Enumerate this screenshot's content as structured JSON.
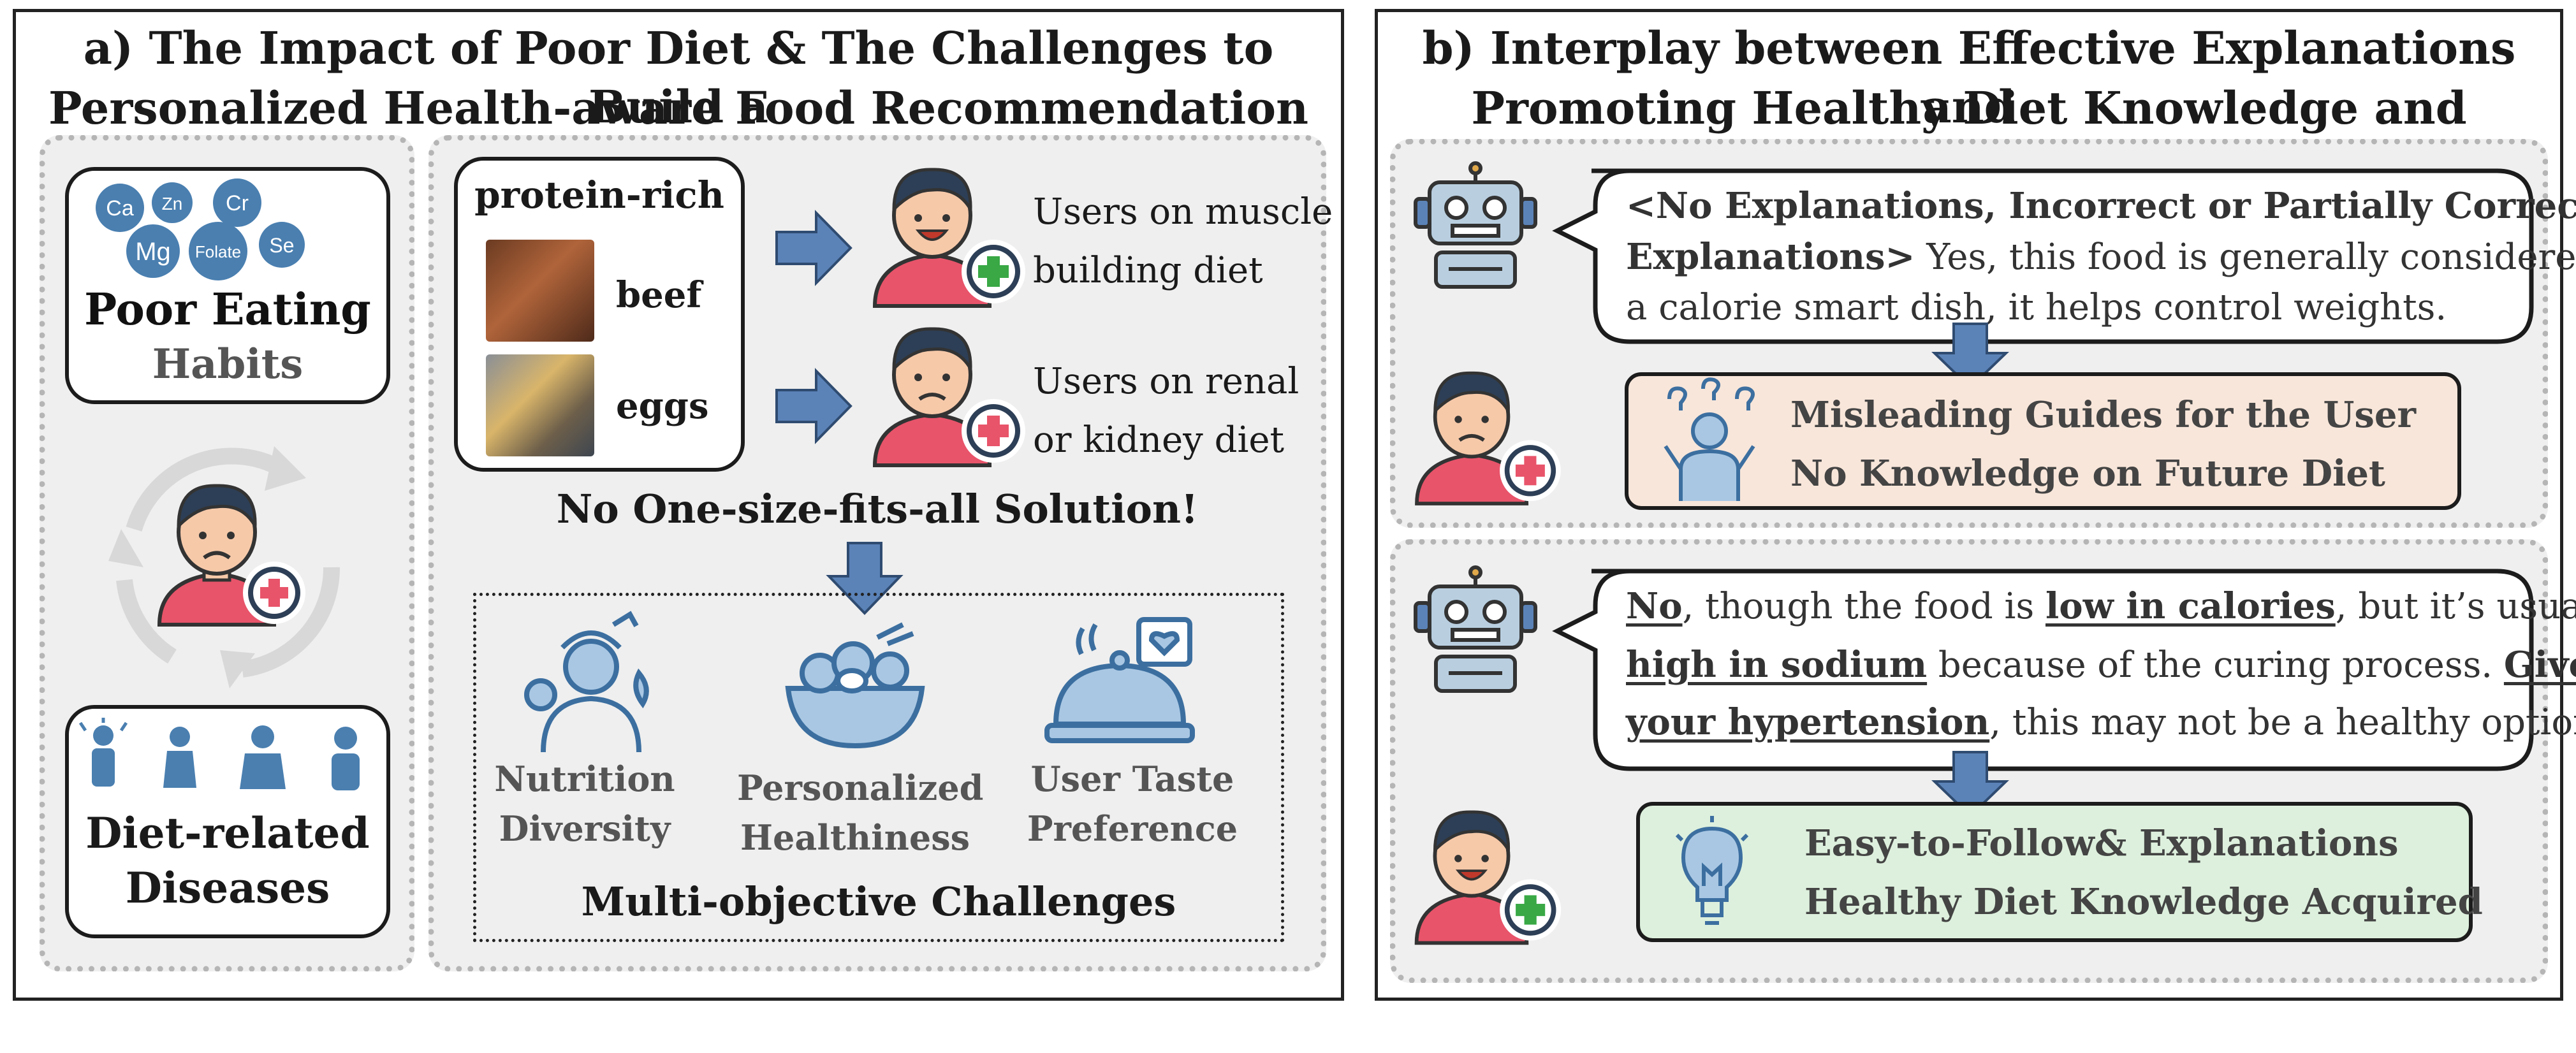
{
  "panel_a": {
    "title_line1": "a) The Impact of Poor Diet & The Challenges to Build a",
    "title_line2": "Personalized Health-aware Food Recommendation System",
    "nutrients": [
      "Ca",
      "Zn",
      "Cr",
      "Mg",
      "Folate",
      "Se"
    ],
    "poor_eating_line1": "Poor Eating",
    "poor_eating_line2": "Habits",
    "diseases_line1": "Diet-related",
    "diseases_line2": "Diseases",
    "food_header": "protein-rich",
    "food_items": [
      "beef",
      "eggs"
    ],
    "user_muscle_line1": "Users on muscle",
    "user_muscle_line2": "building diet",
    "user_renal_line1": "Users on renal",
    "user_renal_line2": "or kidney diet",
    "no_one_size": "No One-size-fits-all Solution!",
    "challenges": [
      {
        "line1": "Nutrition",
        "line2": "Diversity"
      },
      {
        "line1": "Personalized",
        "line2": "Healthiness"
      },
      {
        "line1": "User Taste",
        "line2": "Preference"
      }
    ],
    "multi_objective": "Multi-objective Challenges"
  },
  "panel_b": {
    "title_line1": "b) Interplay between Effective Explanations and",
    "title_line2": "Promoting Healthy Diet Knowledge and Awareness",
    "bad_bubble": {
      "bold1": "<No Explanations, Incorrect or Partially Correct",
      "bold2": "Explanations>",
      "text2": " Yes, this food is generally considered",
      "text3": "a calorie smart dish, it helps control weights."
    },
    "bad_result_line1": "Misleading Guides for the User",
    "bad_result_line2": "No Knowledge on Future Diet",
    "good_bubble": {
      "u1": "No",
      "t1": ", though the food is ",
      "u2": "low in calories",
      "t2": ", but it’s usually",
      "u3": "high in sodium",
      "t3": " because of the curing process. ",
      "u4": "Given",
      "u5": "your hypertension",
      "t5": ", this may not be a healthy option."
    },
    "good_result_line1": "Easy-to-Follow& Explanations",
    "good_result_line2": "Healthy Diet Knowledge Acquired"
  },
  "colors": {
    "arrow_blue": "#5b83b8",
    "icon_blue": "#4a7fb0",
    "bad_result_bg": "#f8e6da",
    "good_result_bg": "#ddf0dd",
    "panel_bg": "#efefef",
    "shirt_red": "#e8546a"
  }
}
